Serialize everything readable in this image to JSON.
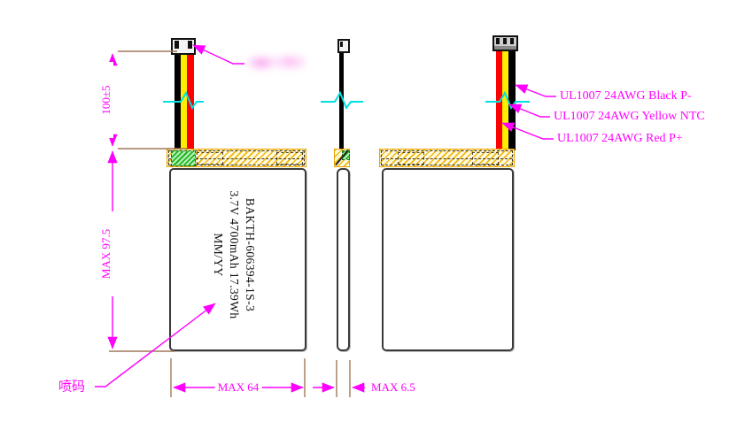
{
  "battery_label": {
    "model": "BAKTH-606394-1S-3",
    "spec": "3.7V  4700mAh 17.39Wh",
    "date_code": "MM/YY"
  },
  "dimensions": {
    "wire_length": "100±5",
    "body_height": "MAX 97.5",
    "body_width": "MAX 64",
    "body_thickness": "MAX 6.5"
  },
  "wire_labels": {
    "black": "UL1007 24AWG Black P-",
    "yellow": "UL1007 24AWG Yellow NTC",
    "red": "UL1007 24AWG Red P+"
  },
  "annotations": {
    "inkjet_code": "喷码"
  },
  "colors": {
    "dimension_magenta": "#FF00FF",
    "extension_brown": "#A1795B",
    "break_cyan": "#00E0E0",
    "tape_border": "#E8A400",
    "tape_hatch": "#F0B400",
    "tape_bg": "#FFFBE3",
    "green_tab": "#1FB41F",
    "wire_red": "#FF0000",
    "wire_yellow": "#FFEE00",
    "wire_black": "#000000",
    "body_outline": "#3A3A3A"
  }
}
